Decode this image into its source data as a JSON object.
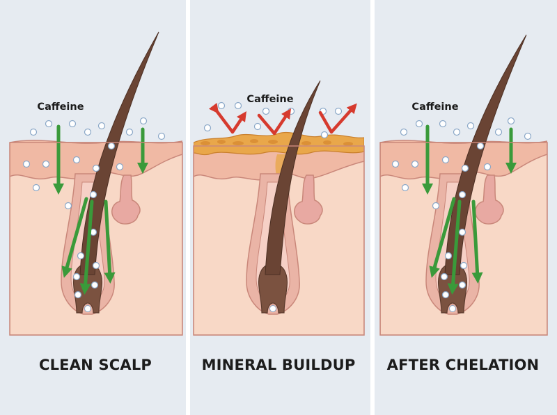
{
  "panels": [
    {
      "caption": "CLEAN SCALP",
      "molecule_label": "Caffeine",
      "state": "penetrating"
    },
    {
      "caption": "MINERAL BUILDUP",
      "molecule_label": "Caffeine",
      "state": "blocked"
    },
    {
      "caption": "AFTER CHELATION",
      "molecule_label": "Caffeine",
      "state": "penetrating"
    }
  ],
  "colors": {
    "skin": "#f8d8c6",
    "skin_top": "#f0b9a4",
    "skin_edge": "#c9877a",
    "hair": "#6a4434",
    "inflow_arrow": "#3a9a3a",
    "blocked_arrow": "#d63a2e",
    "mineral_crust": "#e9a74a",
    "molecule": "#ffffff"
  }
}
